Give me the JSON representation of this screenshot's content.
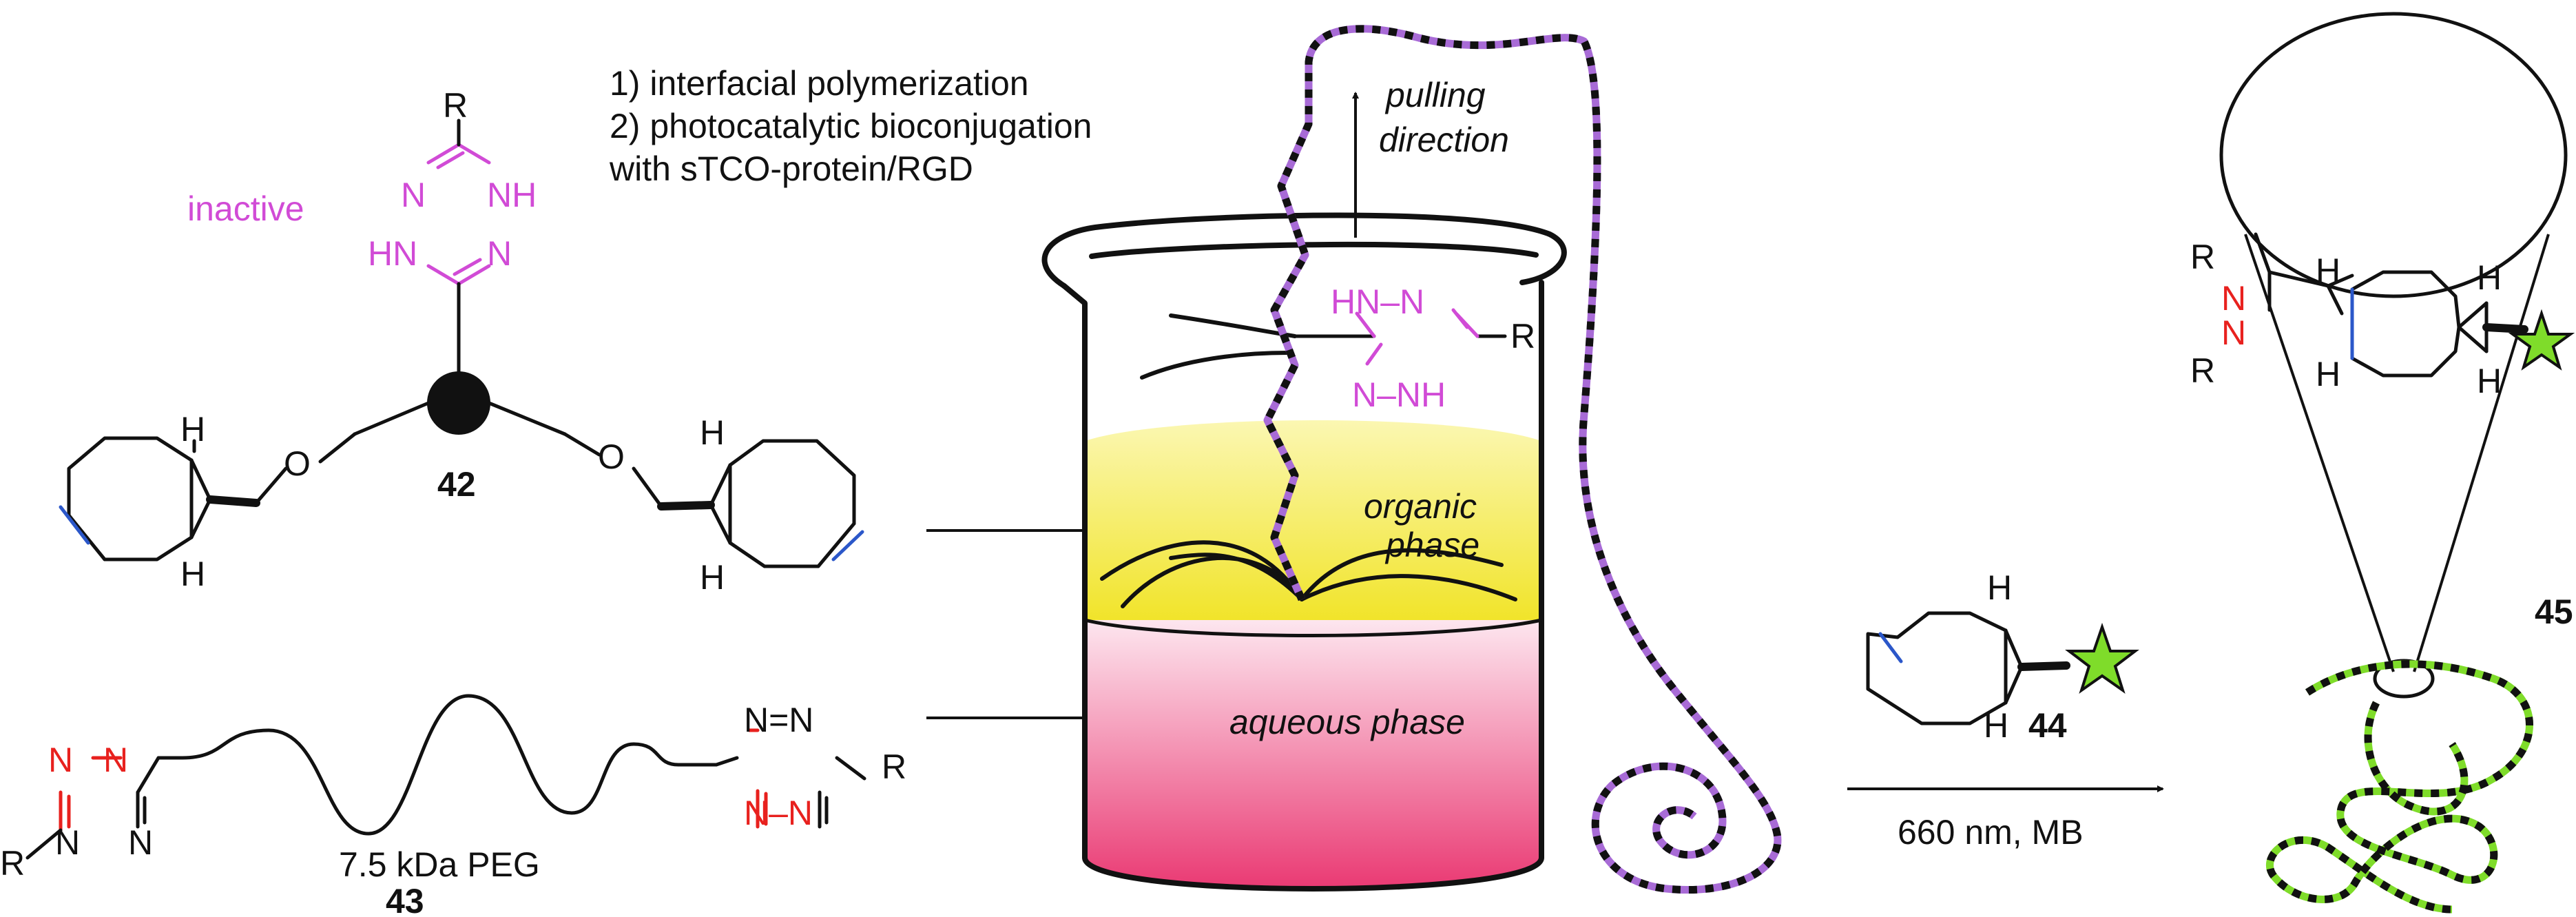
{
  "conditions": {
    "step1": "1) interfacial polymerization",
    "step2": "2) photocatalytic bioconjugation",
    "step3": "with sTCO-protein/RGD"
  },
  "labels": {
    "inactive": "inactive",
    "pulling_1": "pulling",
    "pulling_2": "direction",
    "organic_1": "organic",
    "organic_2": "phase",
    "aqueous": "aqueous phase",
    "peg": "7.5 kDa PEG",
    "reaction": "660 nm, MB"
  },
  "compounds": {
    "c42": "42",
    "c43": "43",
    "c44": "44",
    "c45": "45"
  },
  "atoms": {
    "R": "R",
    "N": "N",
    "NH": "NH",
    "HN": "HN",
    "H": "H",
    "O": "O",
    "N_left_top": "N",
    "N_left_bottom": "N",
    "NN_bot": "N–N",
    "HN_N_top": "HN–N",
    "N_NH_bot": "N–NH",
    "NN_pair_top": "N=N"
  },
  "colors": {
    "tetrazine_red": "#e8211e",
    "dihydrotetrazine_magenta": "#d14bd6",
    "alkene_blue": "#2b57c9",
    "star_green": "#7fdc2a",
    "organic_yellow": "#f6ee4a",
    "aqueous_pink": "#ee3f78",
    "fiber_purple": "#a86bd6"
  }
}
